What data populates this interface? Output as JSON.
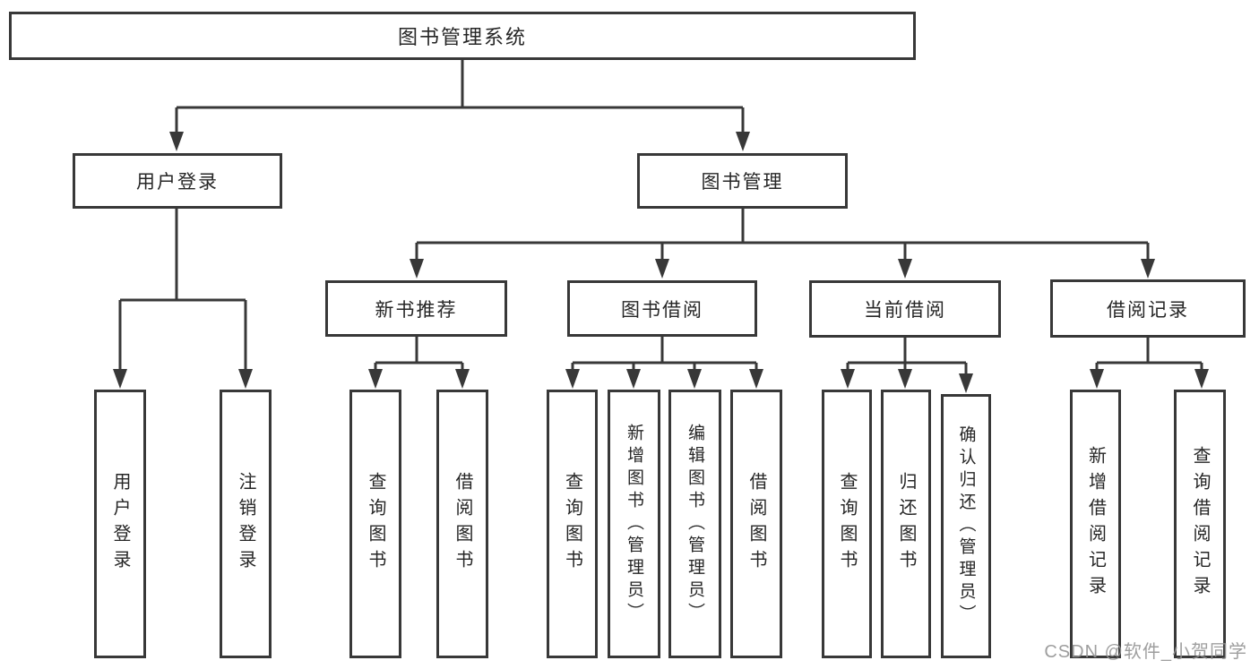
{
  "diagram": {
    "type": "org-tree",
    "colors": {
      "line": "#383838",
      "box_border": "#383838",
      "text": "#262626",
      "background": "#ffffff",
      "watermark": "#949494"
    },
    "root": {
      "label": "图书管理系统"
    },
    "level2": [
      {
        "label": "用户登录",
        "children": [
          {
            "label": "用户登录"
          },
          {
            "label": "注销登录"
          }
        ]
      },
      {
        "label": "图书管理"
      }
    ],
    "level3": [
      {
        "label": "新书推荐",
        "children": [
          {
            "label": "查询图书"
          },
          {
            "label": "借阅图书"
          }
        ]
      },
      {
        "label": "图书借阅",
        "children": [
          {
            "label": "查询图书"
          },
          {
            "label": "新增图书（管理员）"
          },
          {
            "label": "编辑图书（管理员）"
          },
          {
            "label": "借阅图书"
          }
        ]
      },
      {
        "label": "当前借阅",
        "children": [
          {
            "label": "查询图书"
          },
          {
            "label": "归还图书"
          },
          {
            "label": "确认归还（管理员）"
          }
        ]
      },
      {
        "label": "借阅记录",
        "children": [
          {
            "label": "新增借阅记录"
          },
          {
            "label": "查询借阅记录"
          }
        ]
      }
    ],
    "watermark": "CSDN @软件_小贺同学"
  }
}
